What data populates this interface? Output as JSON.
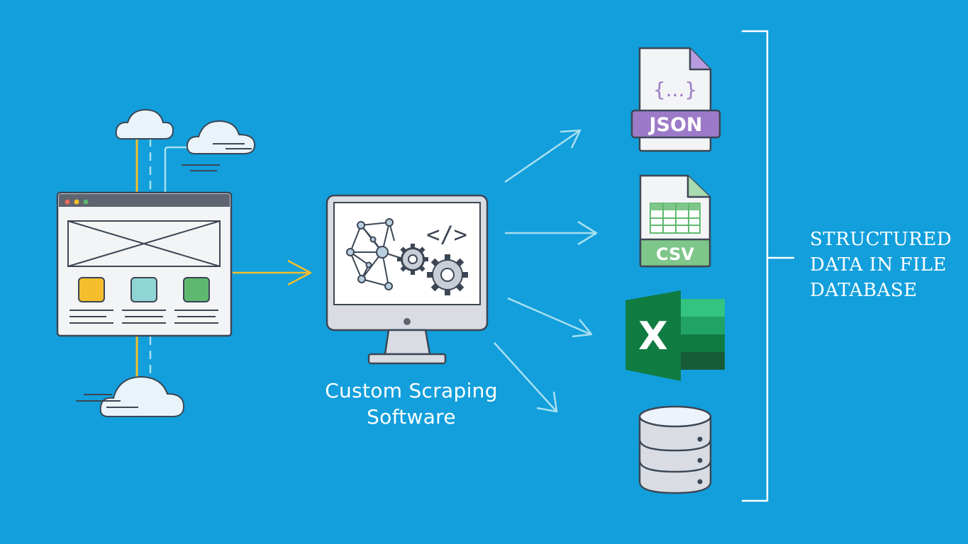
{
  "software": {
    "label_line1": "Custom Scraping",
    "label_line2": "Software"
  },
  "output": {
    "label_line1": "STRUCTURED",
    "label_line2": "DATA IN FILE",
    "label_line3": "DATABASE"
  },
  "files": {
    "json_braces": "{...}",
    "json_label": "JSON",
    "csv_label": "CSV",
    "excel_letter": "X"
  },
  "code_glyph": "</>",
  "icons": [
    "cloud-icon",
    "browser-window-icon",
    "monitor-icon",
    "network-icon",
    "gear-icon",
    "code-icon",
    "json-file-icon",
    "csv-file-icon",
    "excel-icon",
    "database-icon"
  ],
  "colors": {
    "background": "#129fdc",
    "outline": "#3c4654",
    "yellow": "#f5be2c",
    "teal": "#8fd5d6",
    "green": "#5fb86f",
    "json_purple": "#9c7ac8",
    "csv_green": "#7fc68a",
    "excel_green": "#1e7a45"
  }
}
